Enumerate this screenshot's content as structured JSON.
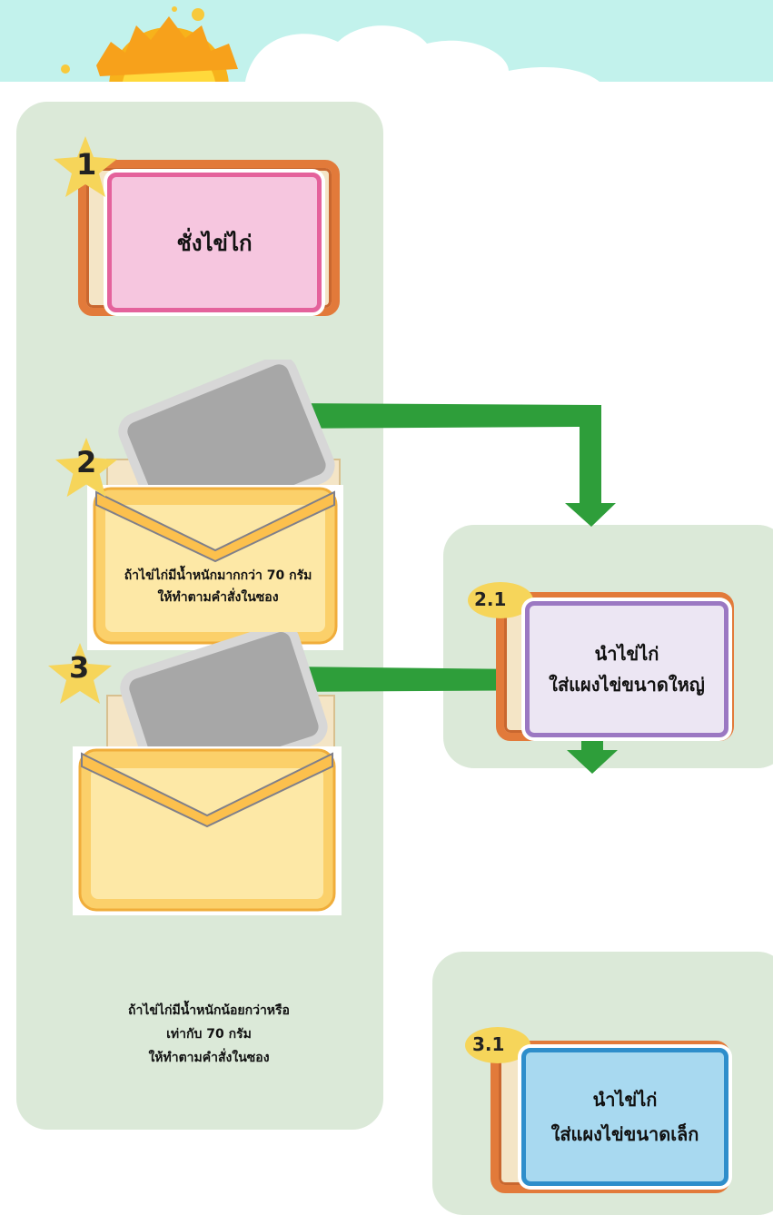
{
  "steps": {
    "s1": {
      "number": "1",
      "text": "ชั่งไข่ไก่"
    },
    "s2": {
      "number": "2",
      "line1": "ถ้าไข่ไก่มีน้ำหนักมากกว่า 70 กรัม",
      "line2": "ให้ทำตามคำสั่งในซอง"
    },
    "s21": {
      "number": "2.1",
      "line1": "นำไข่ไก่",
      "line2": "ใส่แผงไข่ขนาดใหญ่"
    },
    "s3": {
      "number": "3",
      "line1": "ถ้าไข่ไก่มีน้ำหนักน้อยกว่าหรือ",
      "line2": "เท่ากับ 70 กรัม",
      "line3": "ให้ทำตามคำสั่งในซอง"
    },
    "s31": {
      "number": "3.1",
      "line1": "นำไข่ไก่",
      "line2": "ใส่แผงไข่ขนาดเล็ก"
    }
  },
  "colors": {
    "header_sky": "#c2f2ec",
    "panel": "#dbe9d8",
    "arrow": "#2e9e3a",
    "star": "#f6d55a",
    "frame": "#e27a3a",
    "envelope": "#fbd06a"
  },
  "icons": [
    "sun-icon",
    "cloud-icon",
    "star-badge-icon",
    "envelope-icon",
    "arrow-icon"
  ]
}
